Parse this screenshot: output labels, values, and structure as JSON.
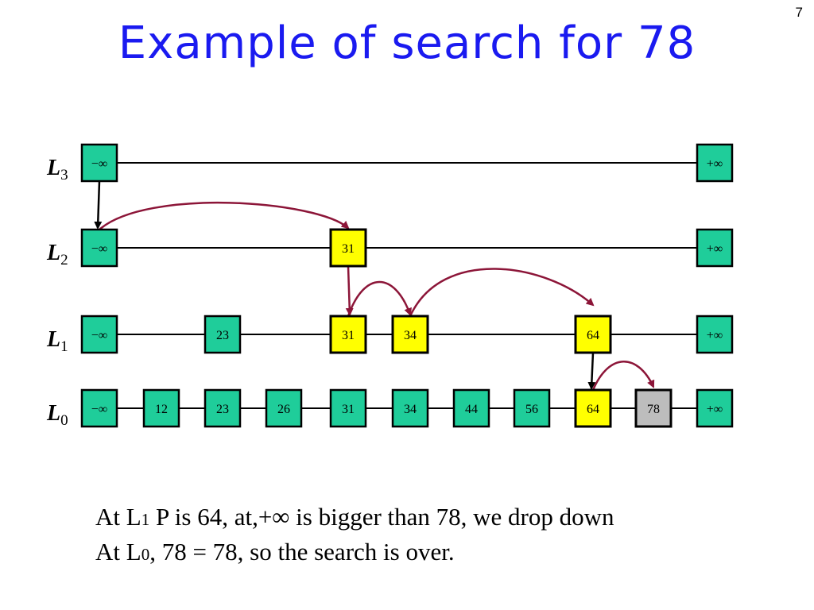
{
  "slide": {
    "number": "7",
    "title": "Example of search for 78"
  },
  "levels": [
    {
      "name": "L",
      "sub": "3",
      "keys": [
        "−∞",
        "+∞"
      ],
      "highlight": []
    },
    {
      "name": "L",
      "sub": "2",
      "keys": [
        "−∞",
        "31",
        "+∞"
      ],
      "highlight": [
        "31"
      ]
    },
    {
      "name": "L",
      "sub": "1",
      "keys": [
        "−∞",
        "23",
        "31",
        "34",
        "64",
        "+∞"
      ],
      "highlight": [
        "31",
        "34",
        "64"
      ]
    },
    {
      "name": "L",
      "sub": "0",
      "keys": [
        "−∞",
        "12",
        "23",
        "26",
        "31",
        "34",
        "44",
        "56",
        "64",
        "78",
        "+∞"
      ],
      "highlight": [
        "64",
        "78"
      ]
    }
  ],
  "search_path": {
    "target": "78",
    "found": "78",
    "stops": [
      "64"
    ]
  },
  "colors": {
    "node": "#1fcd9a",
    "visited": "#ffff00",
    "found": "#bdbdbd",
    "arrow": "#8c1538",
    "title": "#1a1af0"
  },
  "caption": {
    "line1_a": "At L",
    "line1_sub": "1",
    "line1_b": " P is 64, at,+∞ is bigger than 78, we drop down",
    "line2_a": "At L",
    "line2_sub": "0",
    "line2_b": ", 78 = 78, so the search is over."
  }
}
